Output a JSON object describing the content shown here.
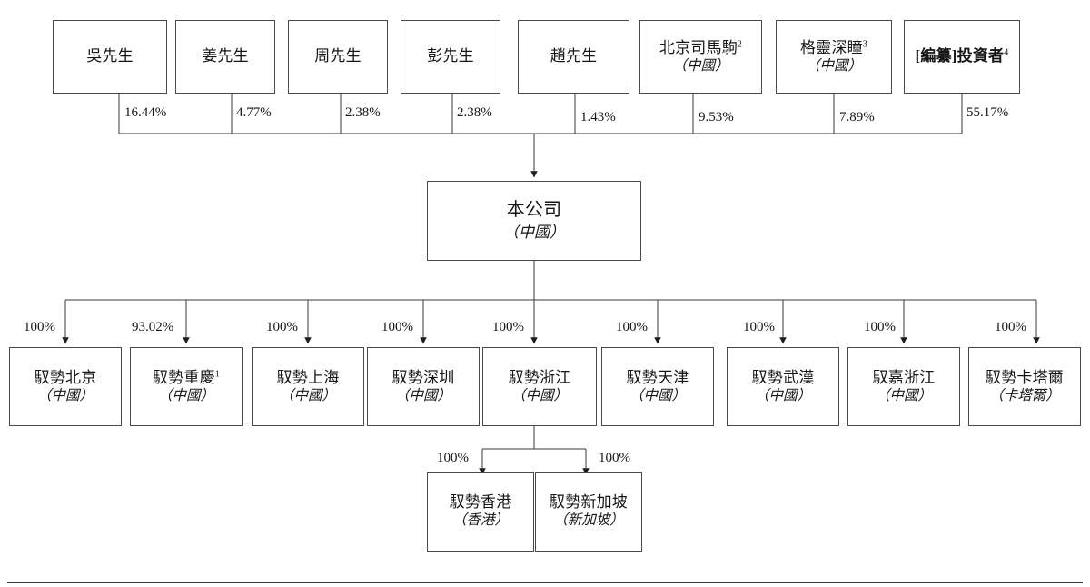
{
  "diagram": {
    "title": "Shareholding and corporate structure chart",
    "colors": {
      "line": "#333333",
      "box_border": "#4a4a4a",
      "text": "#161616",
      "background": "#ffffff"
    },
    "shareholders": [
      {
        "name": "吳先生",
        "locale": "",
        "note": "",
        "pct": "16.44%"
      },
      {
        "name": "姜先生",
        "locale": "",
        "note": "",
        "pct": "4.77%"
      },
      {
        "name": "周先生",
        "locale": "",
        "note": "",
        "pct": "2.38%"
      },
      {
        "name": "彭先生",
        "locale": "",
        "note": "",
        "pct": "2.38%"
      },
      {
        "name": "趙先生",
        "locale": "",
        "note": "",
        "pct": "1.43%"
      },
      {
        "name": "北京司馬駒",
        "locale": "（中國）",
        "note": "2",
        "pct": "9.53%"
      },
      {
        "name": "格靈深瞳",
        "locale": "（中國）",
        "note": "3",
        "pct": "7.89%"
      },
      {
        "name": "[編纂]投資者",
        "locale": "",
        "note": "4",
        "pct": "55.17%"
      }
    ],
    "company": {
      "name": "本公司",
      "locale": "（中國）"
    },
    "subsidiaries": [
      {
        "name": "馭勢北京",
        "locale": "（中國）",
        "note": "",
        "pct": "100%"
      },
      {
        "name": "馭勢重慶",
        "locale": "（中國）",
        "note": "1",
        "pct": "93.02%"
      },
      {
        "name": "馭勢上海",
        "locale": "（中國）",
        "note": "",
        "pct": "100%"
      },
      {
        "name": "馭勢深圳",
        "locale": "（中國）",
        "note": "",
        "pct": "100%"
      },
      {
        "name": "馭勢浙江",
        "locale": "（中國）",
        "note": "",
        "pct": "100%"
      },
      {
        "name": "馭勢天津",
        "locale": "（中國）",
        "note": "",
        "pct": "100%"
      },
      {
        "name": "馭勢武漢",
        "locale": "（中國）",
        "note": "",
        "pct": "100%"
      },
      {
        "name": "馭嘉浙江",
        "locale": "（中國）",
        "note": "",
        "pct": "100%"
      },
      {
        "name": "馭勢卡塔爾",
        "locale": "（卡塔爾）",
        "note": "",
        "pct": "100%"
      }
    ],
    "sub_subsidiaries": [
      {
        "name": "馭勢香港",
        "locale": "（香港）",
        "note": "",
        "pct": "100%"
      },
      {
        "name": "馭勢新加坡",
        "locale": "（新加坡）",
        "note": "",
        "pct": "100%"
      }
    ]
  }
}
